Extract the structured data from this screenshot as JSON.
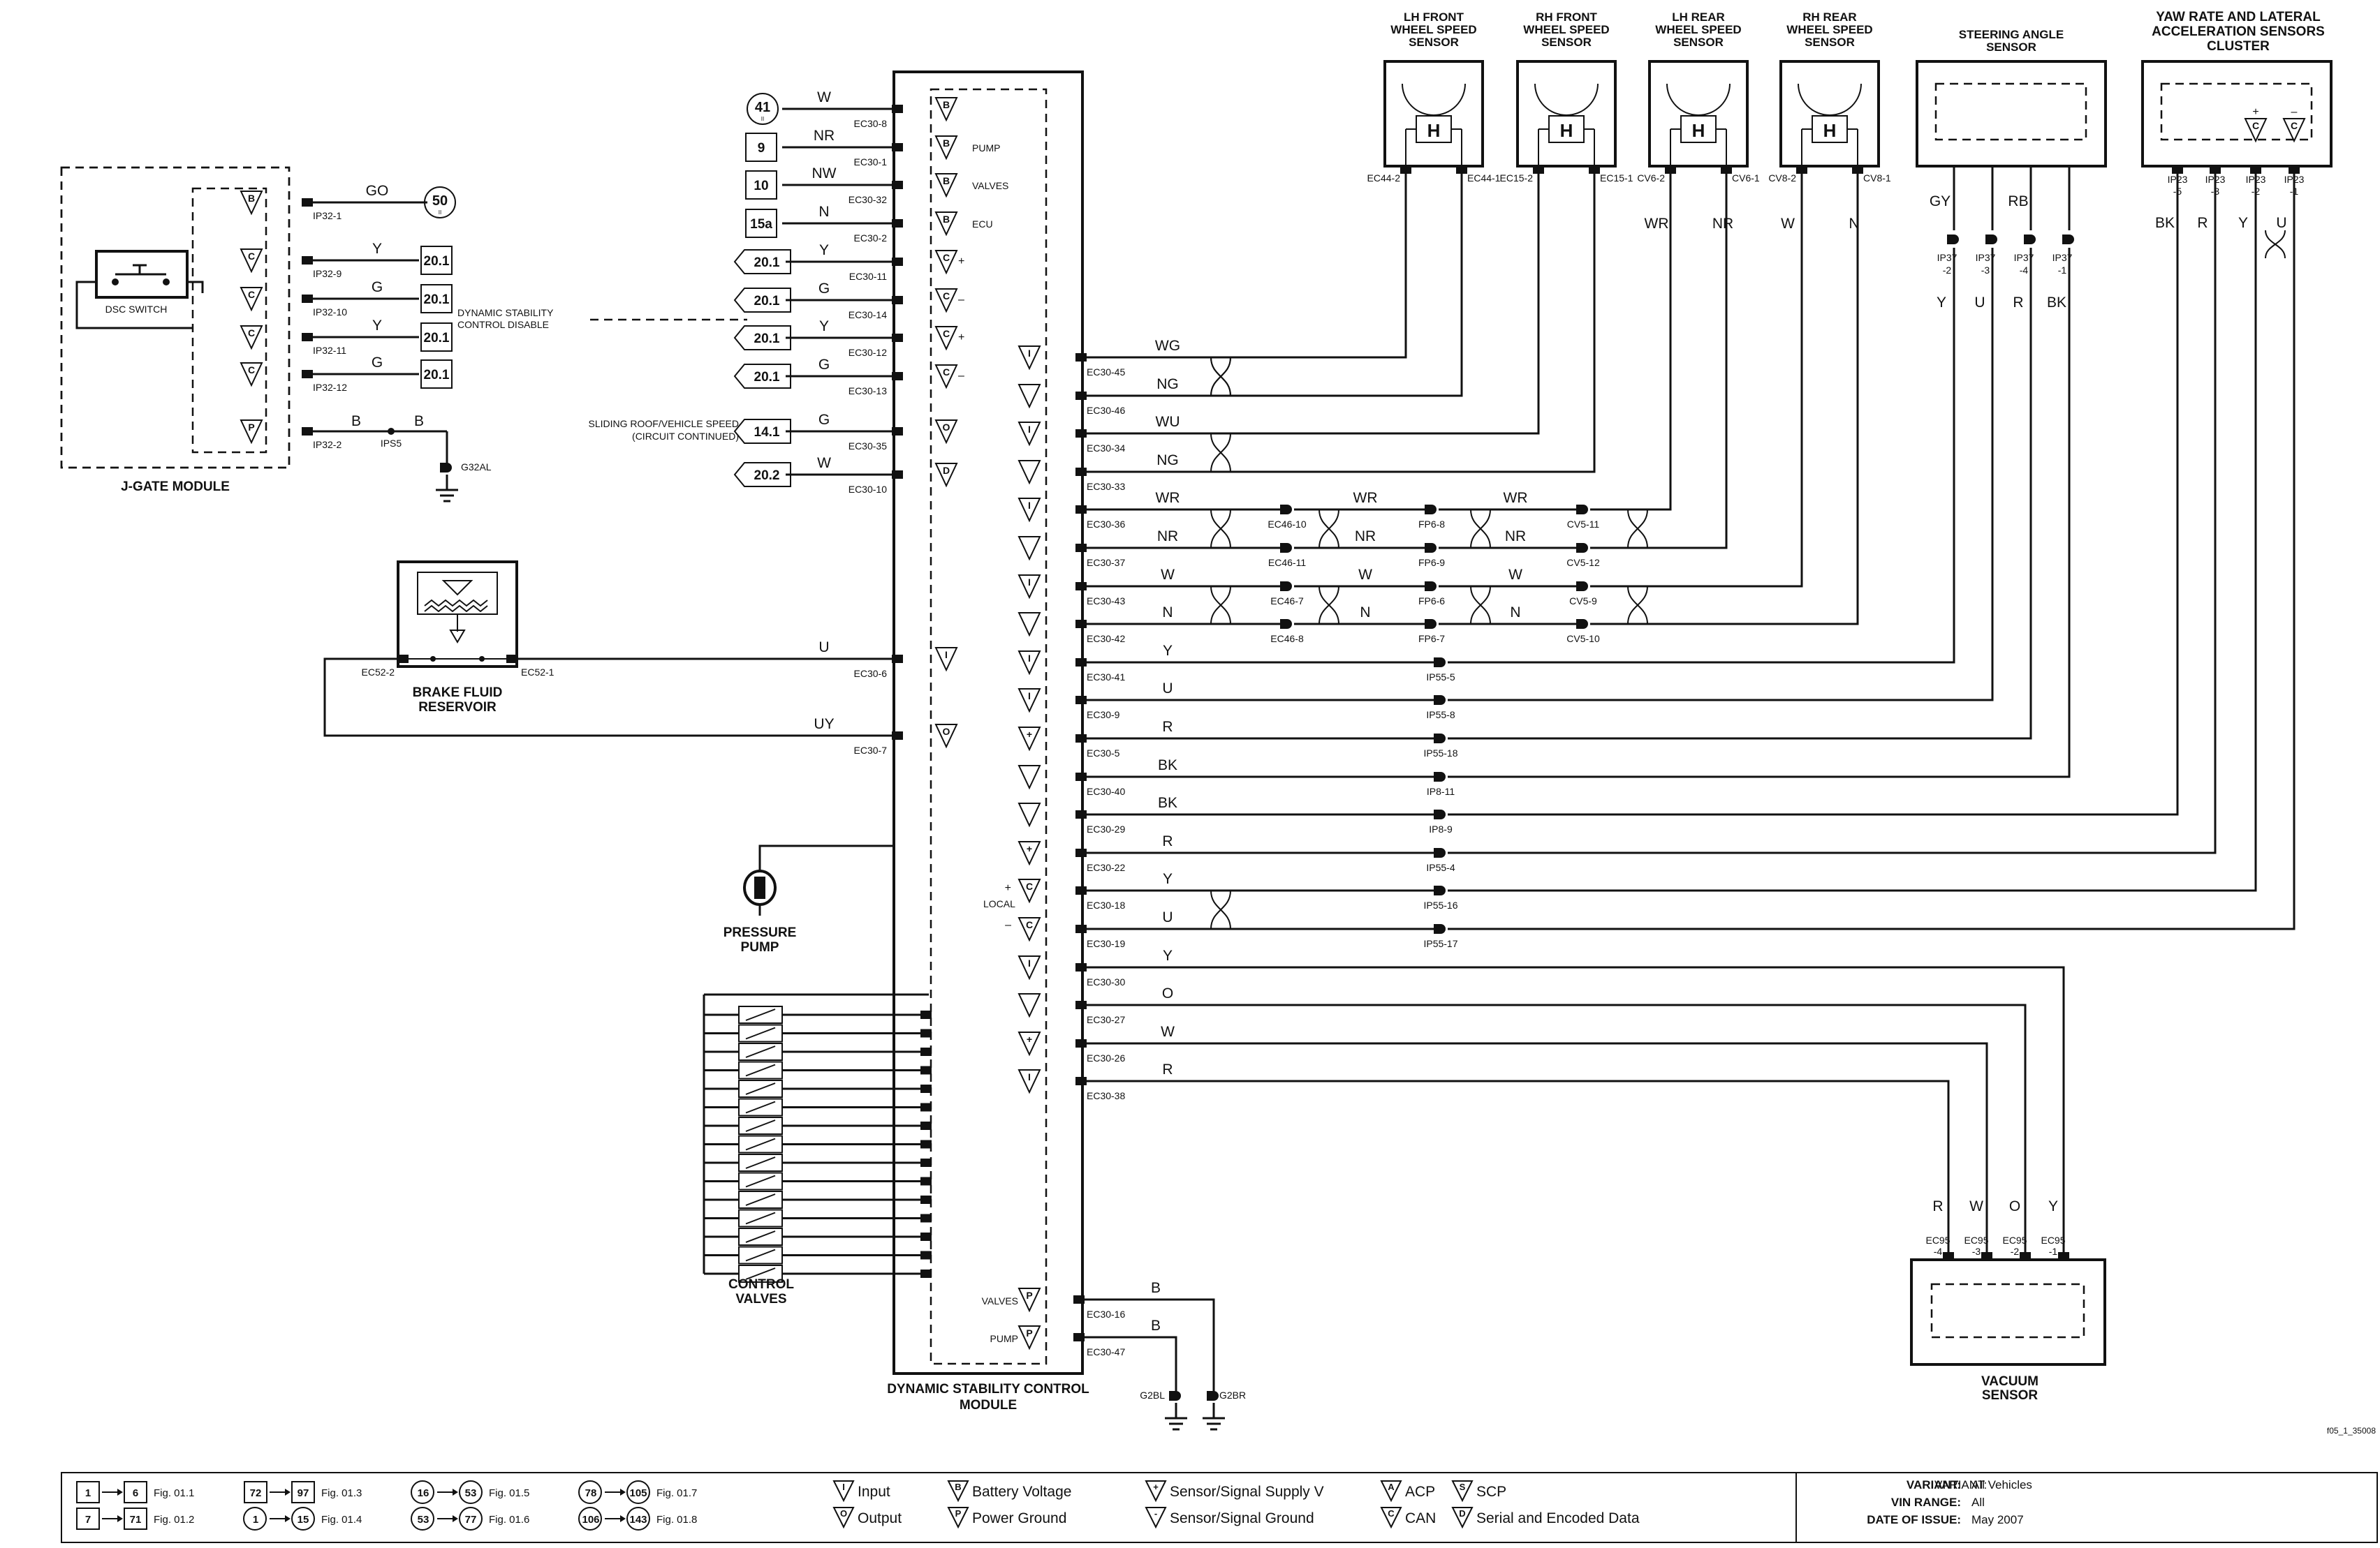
{
  "jgate": {
    "title": "J-GATE MODULE",
    "switch": "DSC SWITCH",
    "pins": [
      {
        "sym": "B",
        "conn": "IP32-1",
        "color": "GO",
        "ref": "50"
      },
      {
        "sym": "C",
        "conn": "IP32-9",
        "color": "Y",
        "ref": "20.1"
      },
      {
        "sym": "C",
        "conn": "IP32-10",
        "color": "G",
        "ref": "20.1"
      },
      {
        "sym": "C",
        "conn": "IP32-11",
        "color": "Y",
        "ref": "20.1"
      },
      {
        "sym": "C",
        "conn": "IP32-12",
        "color": "G",
        "ref": "20.1"
      },
      {
        "sym": "P",
        "conn": "IP32-2",
        "color": "B",
        "ref": ""
      }
    ],
    "splice": "IPS5",
    "splice_color": "B",
    "ground": "G32AL",
    "note": "DYNAMIC STABILITY CONTROL DISABLE"
  },
  "brake": {
    "title1": "BRAKE FLUID",
    "title2": "RESERVOIR",
    "left": "EC52-2",
    "right": "EC52-1"
  },
  "pump": {
    "title1": "PRESSURE",
    "title2": "PUMP"
  },
  "valves": {
    "title1": "CONTROL",
    "title2": "VALVES"
  },
  "dsc": {
    "title1": "DYNAMIC STABILITY CONTROL",
    "title2": "MODULE",
    "labels": {
      "pump": "PUMP",
      "valves": "VALVES",
      "ecu": "ECU",
      "local": "LOCAL",
      "valves_gnd": "VALVES",
      "pump_gnd": "PUMP"
    },
    "left_pins": [
      {
        "ref": "41",
        "color": "W",
        "conn": "EC30-8",
        "sym": "B"
      },
      {
        "ref": "9",
        "color": "NR",
        "conn": "EC30-1",
        "sym": "B"
      },
      {
        "ref": "10",
        "color": "NW",
        "conn": "EC30-32",
        "sym": "B"
      },
      {
        "ref": "15a",
        "color": "N",
        "conn": "EC30-2",
        "sym": "B"
      },
      {
        "ref": "20.1",
        "color": "Y",
        "conn": "EC30-11",
        "sym": "C"
      },
      {
        "ref": "20.1",
        "color": "G",
        "conn": "EC30-14",
        "sym": "C"
      },
      {
        "ref": "20.1",
        "color": "Y",
        "conn": "EC30-12",
        "sym": "C"
      },
      {
        "ref": "20.1",
        "color": "G",
        "conn": "EC30-13",
        "sym": "C"
      },
      {
        "ref": "14.1",
        "color": "G",
        "conn": "EC30-35",
        "sym": "O"
      },
      {
        "ref": "20.2",
        "color": "W",
        "conn": "EC30-10",
        "sym": "D"
      }
    ],
    "sliding_note1": "SLIDING ROOF/VEHICLE SPEED",
    "sliding_note2": "(CIRCUIT CONTINUED)",
    "brake_pins": [
      {
        "color": "U",
        "conn": "EC30-6",
        "sym": "I"
      },
      {
        "color": "UY",
        "conn": "EC30-7",
        "sym": "O"
      }
    ],
    "right_pins": [
      {
        "conn": "EC30-45",
        "color": "WG"
      },
      {
        "conn": "EC30-46",
        "color": "NG"
      },
      {
        "conn": "EC30-34",
        "color": "WU"
      },
      {
        "conn": "EC30-33",
        "color": "NG"
      },
      {
        "conn": "EC30-36",
        "color": "WR"
      },
      {
        "conn": "EC30-37",
        "color": "NR"
      },
      {
        "conn": "EC30-43",
        "color": "W"
      },
      {
        "conn": "EC30-42",
        "color": "N"
      },
      {
        "conn": "EC30-41",
        "color": "Y"
      },
      {
        "conn": "EC30-9",
        "color": "U"
      },
      {
        "conn": "EC30-5",
        "color": "R"
      },
      {
        "conn": "EC30-40",
        "color": "BK"
      },
      {
        "conn": "EC30-29",
        "color": "BK"
      },
      {
        "conn": "EC30-22",
        "color": "R"
      },
      {
        "conn": "EC30-18",
        "color": "Y"
      },
      {
        "conn": "EC30-19",
        "color": "U"
      },
      {
        "conn": "EC30-30",
        "color": "Y"
      },
      {
        "conn": "EC30-27",
        "color": "O"
      },
      {
        "conn": "EC30-26",
        "color": "W"
      },
      {
        "conn": "EC30-38",
        "color": "R"
      }
    ],
    "ground_pins": [
      {
        "conn": "EC30-16",
        "color": "B",
        "ground": "G2BR"
      },
      {
        "conn": "EC30-47",
        "color": "B",
        "ground": "G2BL"
      }
    ]
  },
  "inline": [
    {
      "row": 4,
      "a": "EC46-10",
      "b": "FP6-8",
      "c": "CV5-11",
      "color": "WR"
    },
    {
      "row": 5,
      "a": "EC46-11",
      "b": "FP6-9",
      "c": "CV5-12",
      "color": "NR"
    },
    {
      "row": 6,
      "a": "EC46-7",
      "b": "FP6-6",
      "c": "CV5-9",
      "color": "W"
    },
    {
      "row": 7,
      "a": "EC46-8",
      "b": "FP6-7",
      "c": "CV5-10",
      "color": "N"
    }
  ],
  "ip_connectors": [
    "IP55-5",
    "IP55-8",
    "IP55-18",
    "IP8-11",
    "IP8-9",
    "IP55-4",
    "IP55-16",
    "IP55-17"
  ],
  "sensors": [
    {
      "title": [
        "LH FRONT",
        "WHEEL SPEED",
        "SENSOR"
      ],
      "pins": [
        "EC44-2",
        "EC44-1"
      ],
      "colors": [
        "",
        ""
      ]
    },
    {
      "title": [
        "RH FRONT",
        "WHEEL SPEED",
        "SENSOR"
      ],
      "pins": [
        "EC15-2",
        "EC15-1"
      ],
      "colors": [
        "",
        ""
      ]
    },
    {
      "title": [
        "LH REAR",
        "WHEEL SPEED",
        "SENSOR"
      ],
      "pins": [
        "CV6-2",
        "CV6-1"
      ],
      "colors": [
        "WR",
        "NR"
      ]
    },
    {
      "title": [
        "RH REAR",
        "WHEEL SPEED",
        "SENSOR"
      ],
      "pins": [
        "CV8-2",
        "CV8-1"
      ],
      "colors": [
        "W",
        "N"
      ]
    }
  ],
  "steering": {
    "title": [
      "STEERING ANGLE",
      "SENSOR"
    ],
    "top_colors": [
      "GY",
      "RB"
    ],
    "pins": [
      "IP37",
      "IP37",
      "IP37",
      "IP37"
    ],
    "pin_nums": [
      "-2",
      "-3",
      "-4",
      "-1"
    ],
    "colors": [
      "Y",
      "U",
      "R",
      "BK"
    ]
  },
  "yaw": {
    "title": [
      "YAW RATE AND LATERAL",
      "ACCELERATION SENSORS",
      "CLUSTER"
    ],
    "pins": [
      "IP23",
      "IP23",
      "IP23",
      "IP23"
    ],
    "pin_nums": [
      "-5",
      "-3",
      "-2",
      "-1"
    ],
    "colors": [
      "BK",
      "R",
      "Y",
      "U"
    ]
  },
  "vacuum": {
    "title": [
      "VACUUM",
      "SENSOR"
    ],
    "pins": [
      "EC95",
      "EC95",
      "EC95",
      "EC95"
    ],
    "pin_nums": [
      "-4",
      "-3",
      "-2",
      "-1"
    ],
    "colors": [
      "R",
      "W",
      "O",
      "Y"
    ]
  },
  "fig_id": "f05_1_35008",
  "legend": {
    "figs": [
      {
        "a": "1",
        "b": "6",
        "fig": "Fig. 01.1"
      },
      {
        "a": "7",
        "b": "71",
        "fig": "Fig. 01.2"
      },
      {
        "a": "72",
        "b": "97",
        "fig": "Fig. 01.3"
      },
      {
        "a": "1",
        "b": "15",
        "fig": "Fig. 01.4"
      },
      {
        "a": "16",
        "b": "53",
        "fig": "Fig. 01.5"
      },
      {
        "a": "53",
        "b": "77",
        "fig": "Fig. 01.6"
      },
      {
        "a": "78",
        "b": "105",
        "fig": "Fig. 01.7"
      },
      {
        "a": "106",
        "b": "143",
        "fig": "Fig. 01.8"
      }
    ],
    "symbols": [
      {
        "sym": "I",
        "label": "Input"
      },
      {
        "sym": "O",
        "label": "Output"
      },
      {
        "sym": "B",
        "label": "Battery Voltage"
      },
      {
        "sym": "P",
        "label": "Power Ground"
      },
      {
        "sym": "+",
        "label": "Sensor/Signal Supply V"
      },
      {
        "sym": "-",
        "label": "Sensor/Signal Ground"
      },
      {
        "sym": "A",
        "label": "ACP"
      },
      {
        "sym": "C",
        "label": "CAN"
      },
      {
        "sym": "S",
        "label": "SCP"
      },
      {
        "sym": "D",
        "label": "Serial and Encoded Data"
      }
    ],
    "variant_label": "VARIANT:",
    "variant": "All Vehicles",
    "vin_label": "VIN RANGE:",
    "vin": "All",
    "date_label": "DATE OF ISSUE:",
    "date": "May 2007"
  }
}
